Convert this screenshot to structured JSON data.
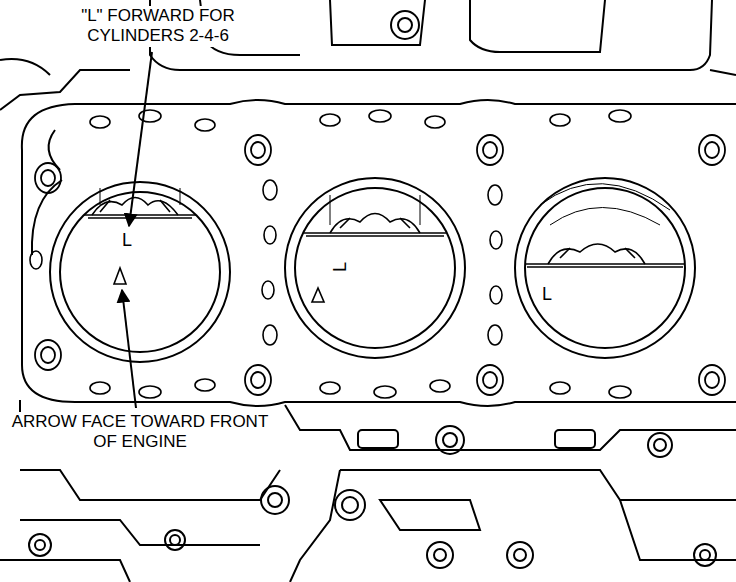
{
  "diagram": {
    "labels": [
      "\"L\" FORWARD FOR CYLINDERS 2-4-6",
      "ARROW FACE TOWARD FRONT OF ENGINE",
      "L",
      "L",
      "L"
    ]
  }
}
